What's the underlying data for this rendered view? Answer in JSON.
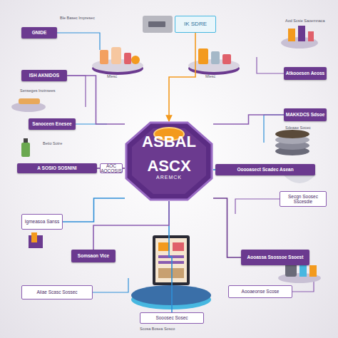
{
  "diagram": {
    "nodes": [
      {
        "text": [
          "ASCX",
          "AREMCK"
        ]
      },
      {
        "text": [
          "ASBAL"
        ],
        "in": 0
      },
      {
        "text": [
          "IK SDRE"
        ]
      },
      {
        "text": [
          "GNIDE"
        ]
      },
      {
        "text": [
          "ISH AKNIDOS"
        ]
      },
      {
        "text": [
          "Sanoceen Enesee"
        ]
      },
      {
        "text": [
          "A SOSIO SOSNINI"
        ]
      },
      {
        "text": [
          "AOC AOCOSIS"
        ]
      },
      {
        "text": [
          "Atkooesen Aeoss"
        ]
      },
      {
        "text": [
          "MAKKDCS Sdsoe"
        ]
      },
      {
        "text": [
          "Ooooasect Scadec Asean"
        ]
      },
      {
        "text": [
          "Secgn Soosec Sscesdie"
        ]
      },
      {
        "text": [
          "Aooassa Ssossoe Ssoest"
        ]
      },
      {
        "text": [
          "Aooaeonse Scose"
        ]
      },
      {
        "text": [
          "Sooosec Sosec"
        ]
      },
      {
        "text": [
          "Aiiae Scasc Sossec"
        ]
      },
      {
        "text": [
          "Somsaon Vice"
        ]
      },
      {
        "text": [
          "Igmeasoa Sanss"
        ]
      }
    ],
    "edges": [
      {
        "from": 2,
        "to": 0,
        "arrow": "to"
      },
      {
        "from": 0,
        "to": 6,
        "arrow": "none"
      },
      {
        "from": 0,
        "to": 10,
        "arrow": "none"
      },
      {
        "from": 0,
        "to": 14,
        "arrow": "none"
      },
      {
        "from": 0,
        "to": 4,
        "arrow": "none"
      },
      {
        "from": 0,
        "to": 9,
        "arrow": "none"
      },
      {
        "from": 0,
        "to": 12,
        "arrow": "none"
      },
      {
        "from": 0,
        "to": 17,
        "arrow": "none"
      },
      {
        "from": 0,
        "to": 16,
        "arrow": "none"
      }
    ],
    "labels": [
      "Ble Basec Impresec",
      "Senseges Inoinsees",
      "Betio Sotre",
      "Aod Scsie Saoemnaca",
      "Sdeaae Socec",
      "Scosa Bosea Sosco",
      "Mlesc",
      "Mlesc"
    ]
  }
}
